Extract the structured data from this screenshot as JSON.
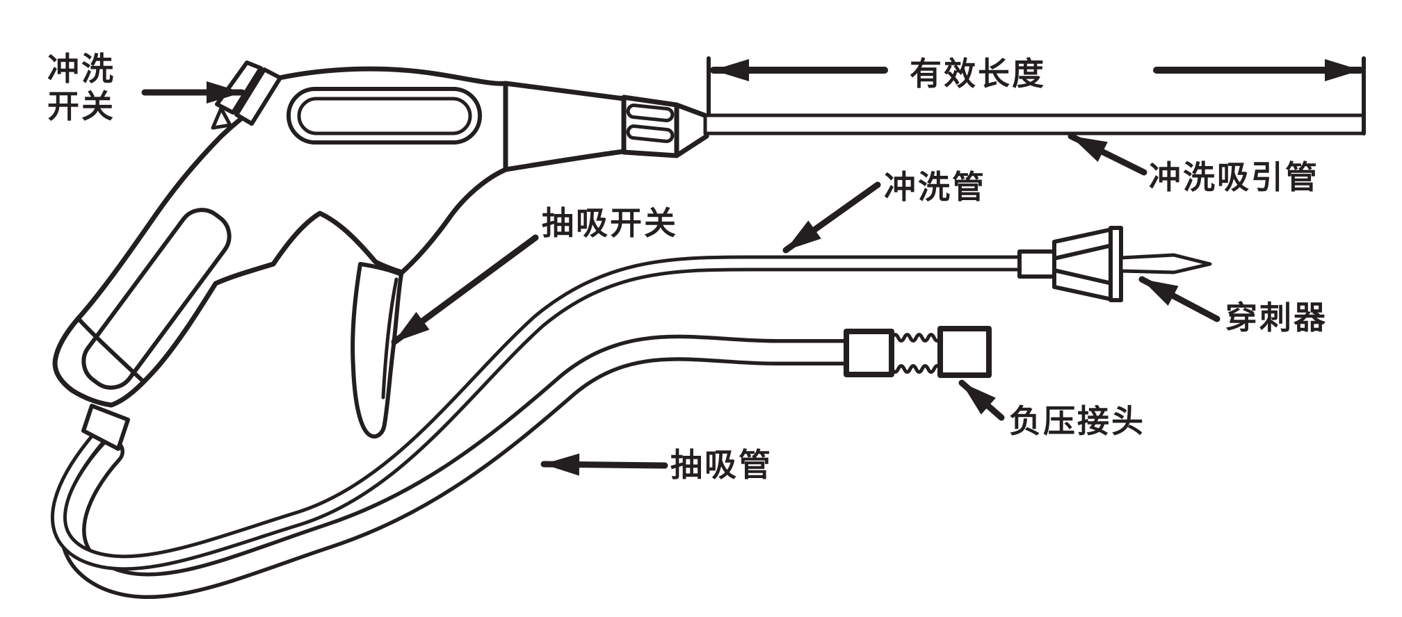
{
  "diagram": {
    "description": "irrigation-suction-gun-diagram",
    "colors": {
      "line": "#231f20",
      "background": "#ffffff"
    },
    "labels": {
      "flush_switch": {
        "line1": "冲洗",
        "line2": "开关"
      },
      "effective_length": "有效长度",
      "flush_suction_tube": "冲洗吸引管",
      "suction_switch": "抽吸开关",
      "flush_tube": "冲洗管",
      "puncturer": "穿刺器",
      "vacuum_connector": "负压接头",
      "suction_tube": "抽吸管"
    }
  }
}
